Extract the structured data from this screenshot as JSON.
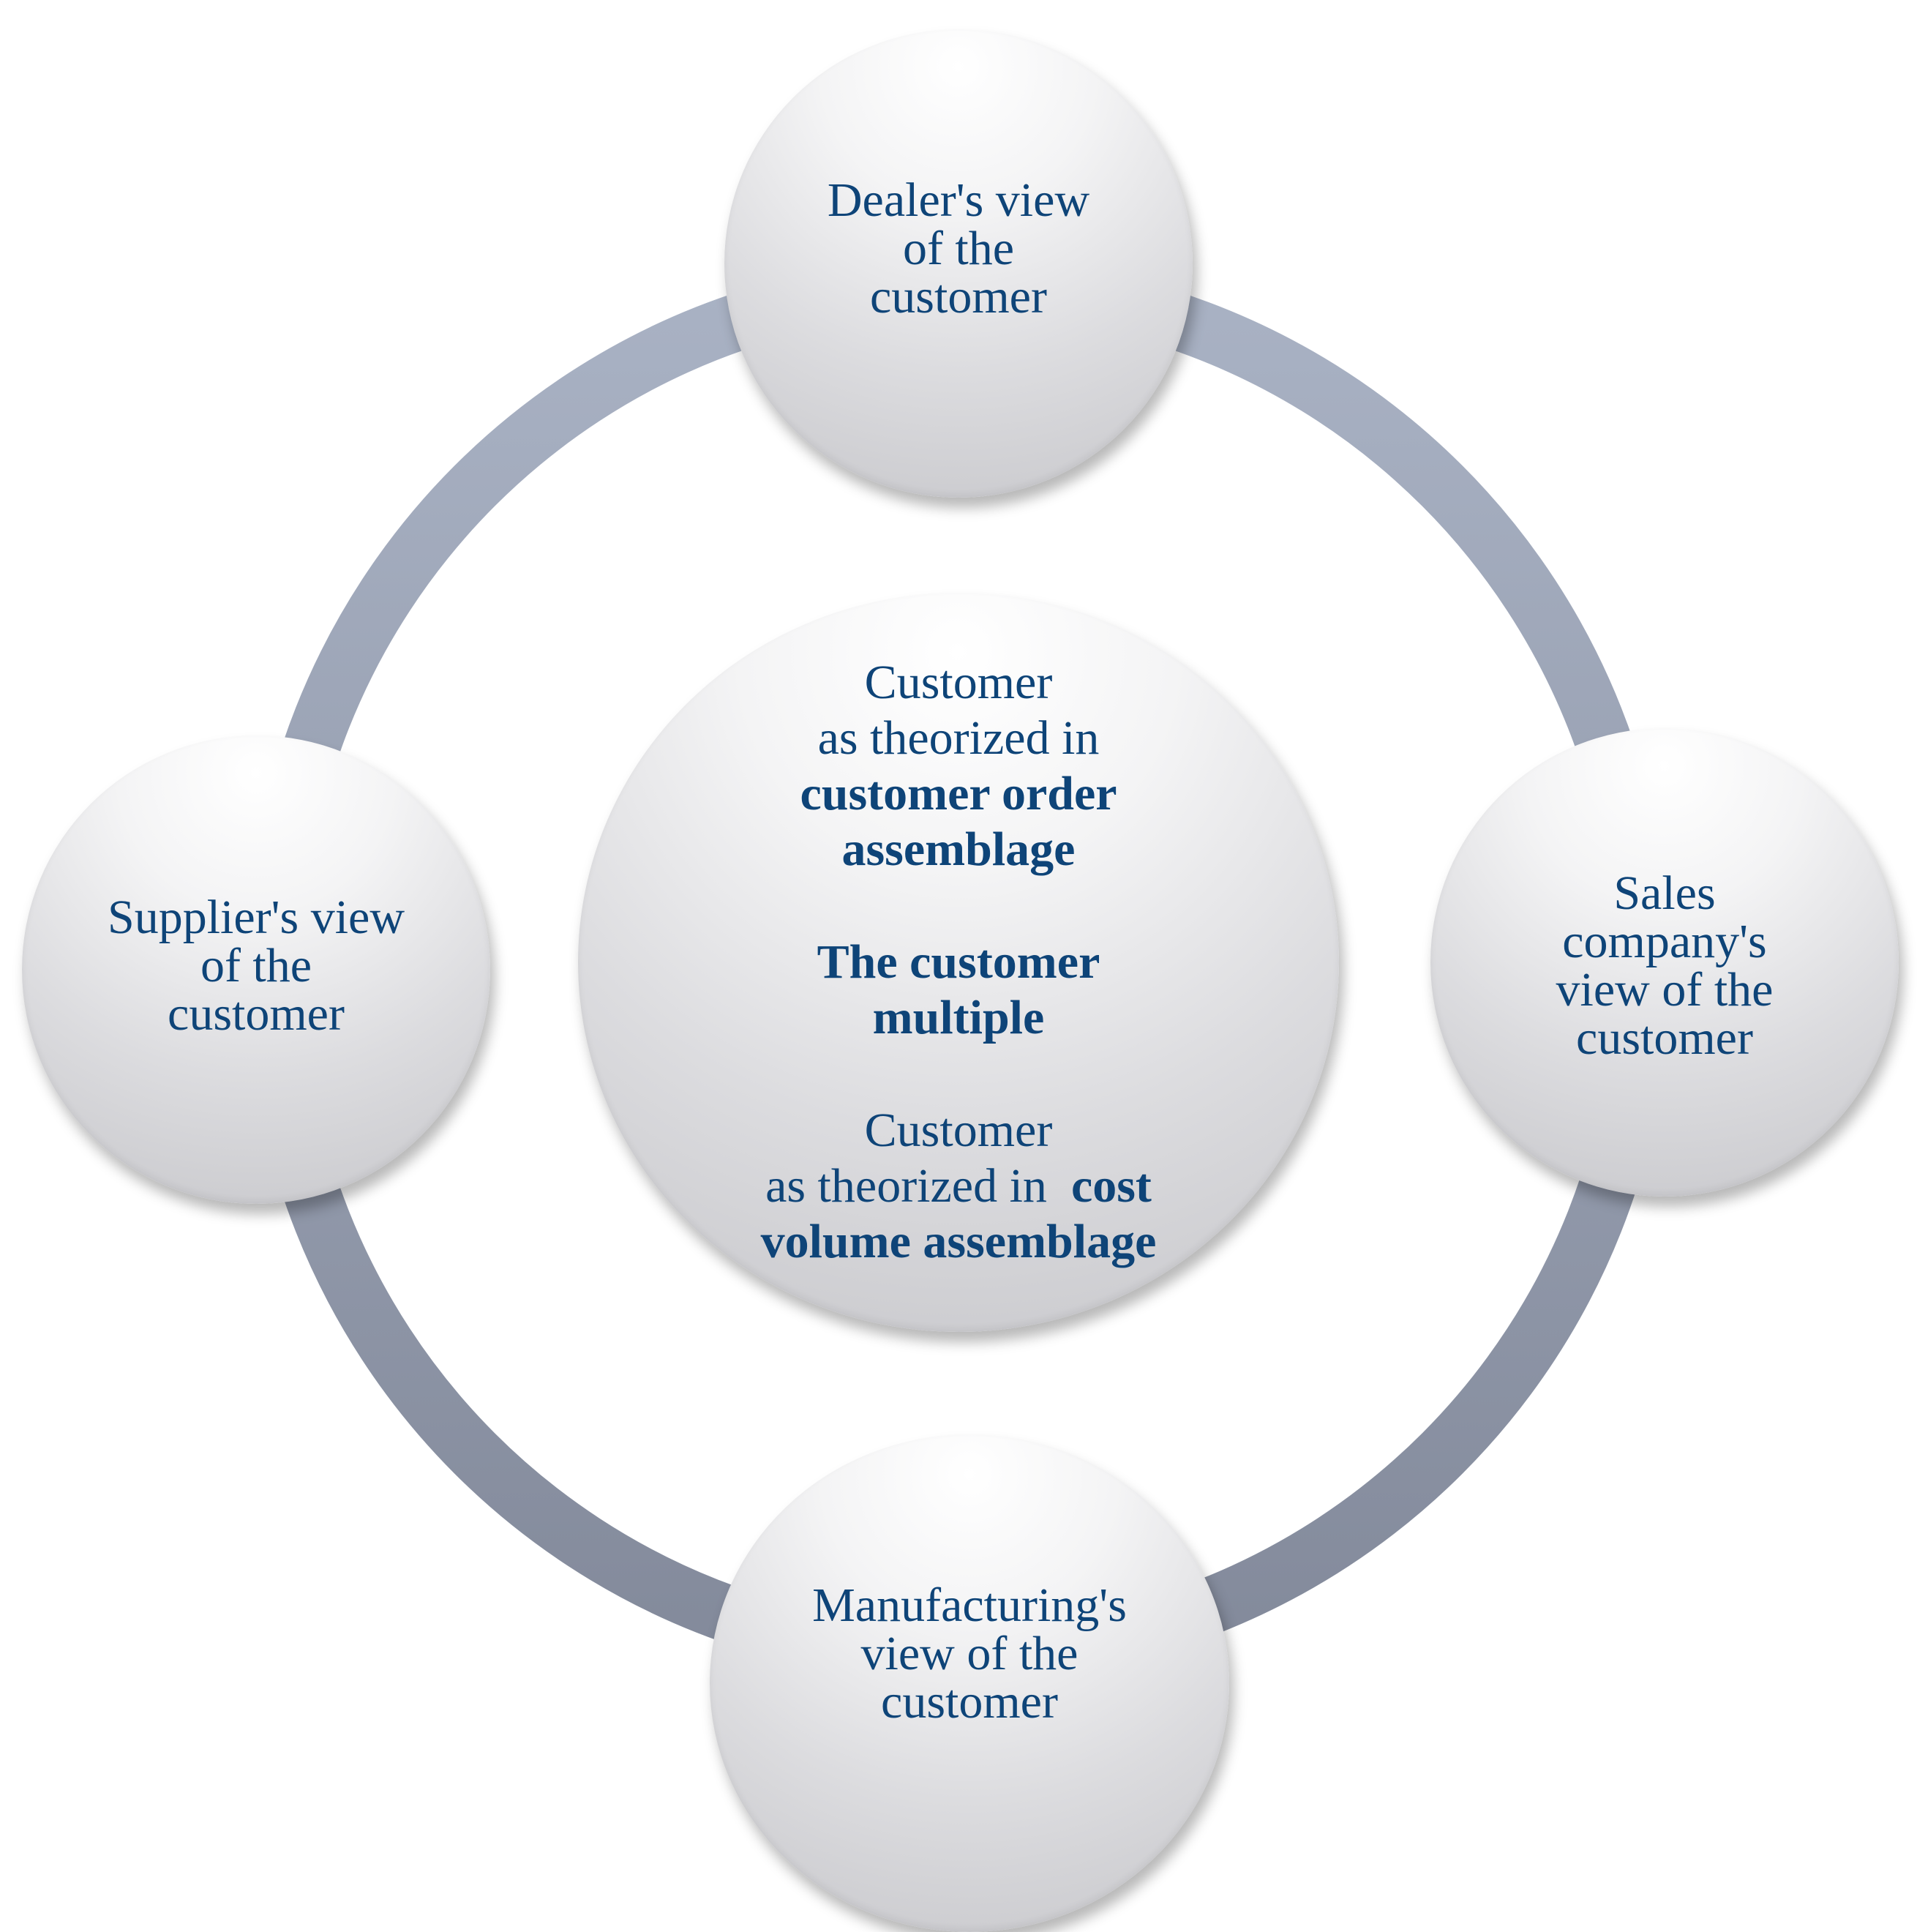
{
  "colors": {
    "text": "#0e4478",
    "ring_light": "#a9b2c4",
    "ring_dark": "#838a9b"
  },
  "nodes": {
    "dealer": {
      "label": "Dealer's view\nof the\ncustomer"
    },
    "supplier": {
      "label": "Supplier's view\nof the\ncustomer"
    },
    "sales": {
      "label": "Sales\ncompany's\nview of the\ncustomer"
    },
    "manufacturing": {
      "label": "Manufacturing's\nview of the\ncustomer"
    }
  },
  "center": {
    "block1_line1": "Customer",
    "block1_line2": "as theorized in",
    "block1_bold1": "customer order",
    "block1_bold2": "assemblage",
    "block2_bold1": "The customer",
    "block2_bold2": "multiple",
    "block3_line1": "Customer",
    "block3_line2": "as theorized in",
    "block3_bold_inline": "cost",
    "block3_bold2": "volume assemblage"
  }
}
